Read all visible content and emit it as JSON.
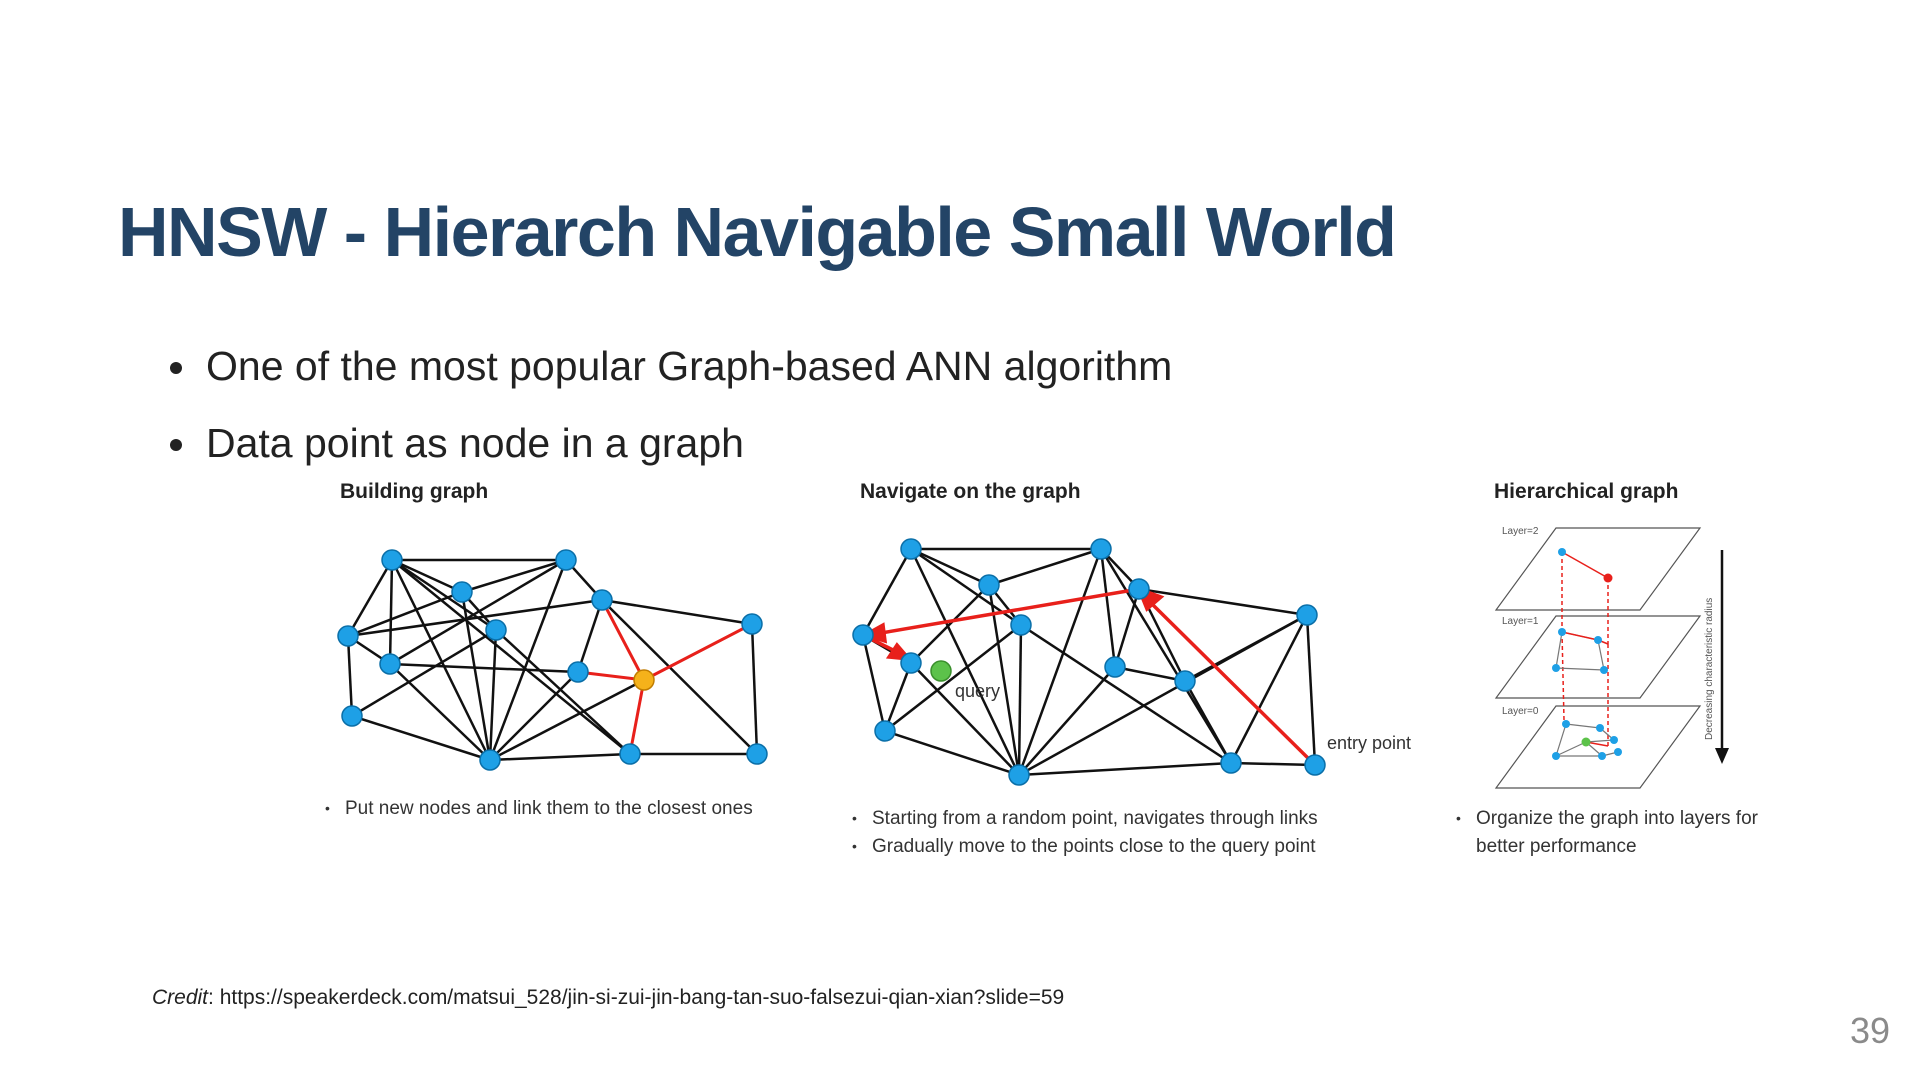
{
  "slide": {
    "title": "HNSW - Hierarch Navigable Small World",
    "bullets": [
      "One of the most popular Graph-based ANN algorithm",
      "Data point as node in a graph"
    ],
    "panels": [
      {
        "title": "Building graph",
        "captions": [
          "Put new nodes and link them to the closest ones"
        ]
      },
      {
        "title": "Navigate on the graph",
        "captions": [
          "Starting from a random point, navigates through links",
          "Gradually move to the points close to the query point"
        ],
        "labels": {
          "query": "query",
          "entry": "entry point"
        }
      },
      {
        "title": "Hierarchical graph",
        "captions": [
          "Organize the graph into layers for",
          "better performance"
        ],
        "labels": {
          "layer2": "Layer=2",
          "layer1": "Layer=1",
          "layer0": "Layer=0",
          "axis": "Decreasing characteristic radius"
        }
      }
    ],
    "credit_label": "Credit",
    "credit_url": ": https://speakerdeck.com/matsui_528/jin-si-zui-jin-bang-tan-suo-falsezui-qian-xian?slide=59",
    "page_number": "39"
  },
  "colors": {
    "title": "#234466",
    "node": "#1ea0e6",
    "highlight": "#e8201b",
    "new_node": "#f5b21a",
    "query_node": "#5cc24a"
  }
}
